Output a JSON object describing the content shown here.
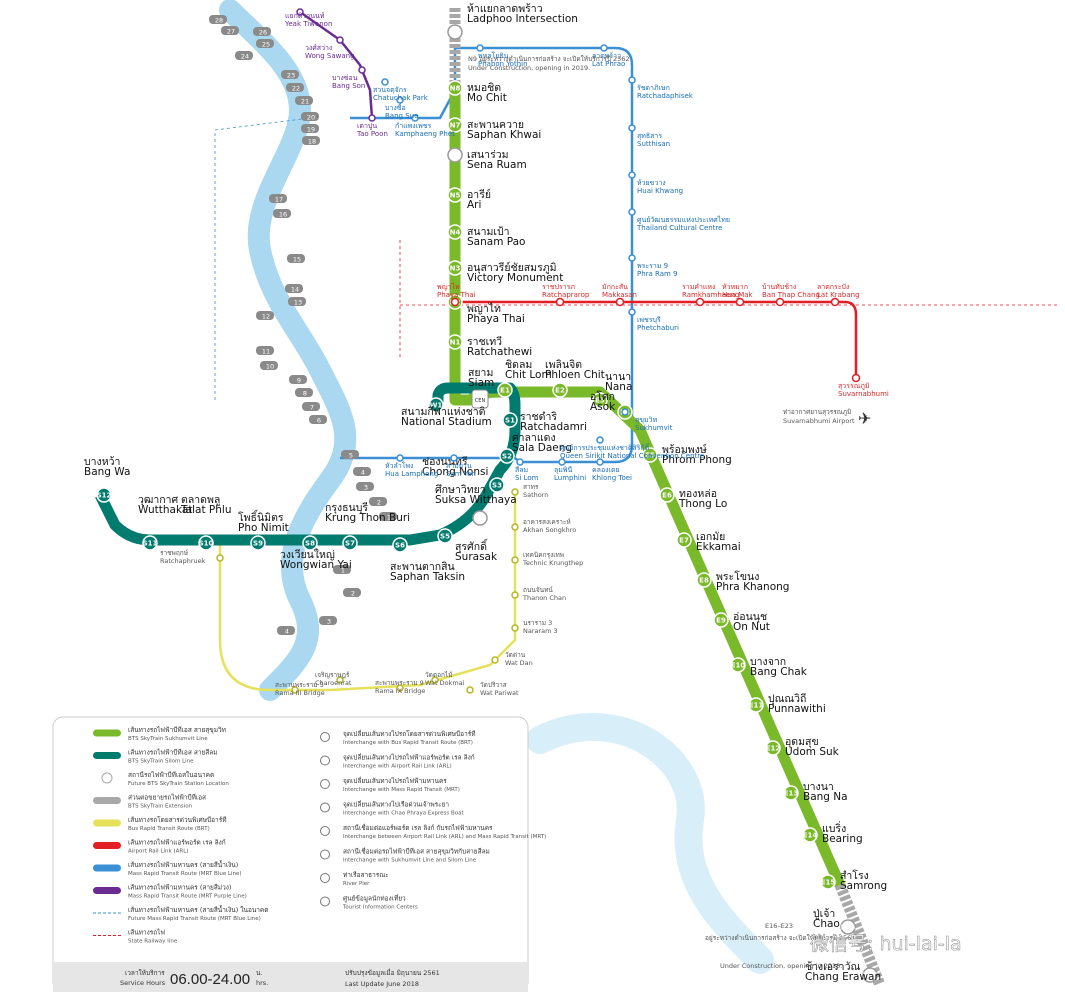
{
  "colors": {
    "sukhumvit": "#7ab929",
    "silom": "#007b6e",
    "mrt_blue": "#3b8fd4",
    "mrt_purple": "#6b2c91",
    "arl": "#e31e24",
    "brt": "#e6e15a",
    "river": "#a9d8f0",
    "extension": "#a8a8a8"
  },
  "sukhumvit_stations": [
    {
      "code": "N9",
      "th": "ห้าแยกลาดพร้าว",
      "en": "Ladphoo Intersection"
    },
    {
      "code": "N8",
      "th": "หมอชิต",
      "en": "Mo Chit"
    },
    {
      "code": "N7",
      "th": "สะพานควาย",
      "en": "Saphan Khwai"
    },
    {
      "code": "N6",
      "th": "เสนาร่วม",
      "en": "Sena Ruam"
    },
    {
      "code": "N5",
      "th": "อารีย์",
      "en": "Ari"
    },
    {
      "code": "N4",
      "th": "สนามเป้า",
      "en": "Sanam Pao"
    },
    {
      "code": "N3",
      "th": "อนุสาวรีย์ชัยสมรภูมิ",
      "en": "Victory Monument"
    },
    {
      "code": "N2",
      "th": "พญาไท",
      "en": "Phaya Thai"
    },
    {
      "code": "N1",
      "th": "ราชเทวี",
      "en": "Ratchathewi"
    },
    {
      "code": "CEN",
      "th": "สยาม",
      "en": "Siam"
    },
    {
      "code": "E1",
      "th": "ชิดลม",
      "en": "Chit Lom"
    },
    {
      "code": "E2",
      "th": "เพลินจิต",
      "en": "Phloen Chit"
    },
    {
      "code": "E3",
      "th": "นานา",
      "en": "Nana"
    },
    {
      "code": "E4",
      "th": "อโศก",
      "en": "Asok"
    },
    {
      "code": "E5",
      "th": "พร้อมพงษ์",
      "en": "Phrom Phong"
    },
    {
      "code": "E6",
      "th": "ทองหล่อ",
      "en": "Thong Lo"
    },
    {
      "code": "E7",
      "th": "เอกมัย",
      "en": "Ekkamai"
    },
    {
      "code": "E8",
      "th": "พระโขนง",
      "en": "Phra Khanong"
    },
    {
      "code": "E9",
      "th": "อ่อนนุช",
      "en": "On Nut"
    },
    {
      "code": "E10",
      "th": "บางจาก",
      "en": "Bang Chak"
    },
    {
      "code": "E11",
      "th": "ปุณณวิถี",
      "en": "Punnawithi"
    },
    {
      "code": "E12",
      "th": "อุดมสุข",
      "en": "Udom Suk"
    },
    {
      "code": "E13",
      "th": "บางนา",
      "en": "Bang Na"
    },
    {
      "code": "E14",
      "th": "แบริ่ง",
      "en": "Bearing"
    },
    {
      "code": "E15",
      "th": "สำโรง",
      "en": "Samrong"
    },
    {
      "code": "E16",
      "th": "ปู่เจ้า",
      "en": "Chao"
    },
    {
      "code": "E17",
      "th": "ช้างเอราวัณ",
      "en": "Chang Erawan"
    }
  ],
  "silom_stations": [
    {
      "code": "W1",
      "th": "สนามกีฬาแห่งชาติ",
      "en": "National Stadium"
    },
    {
      "code": "S1",
      "th": "ราชดำริ",
      "en": "Ratchadamri"
    },
    {
      "code": "S2",
      "th": "ศาลาแดง",
      "en": "Sala Daeng"
    },
    {
      "code": "S3",
      "th": "ช่องนนทรี",
      "en": "Chong Nonsi"
    },
    {
      "code": "S4",
      "th": "ศึกษาวิทยา",
      "en": "Suksa Witthaya"
    },
    {
      "code": "S5",
      "th": "สุรศักดิ์",
      "en": "Surasak"
    },
    {
      "code": "S6",
      "th": "สะพานตากสิน",
      "en": "Saphan Taksin"
    },
    {
      "code": "S7",
      "th": "กรุงธนบุรี",
      "en": "Krung Thon Buri"
    },
    {
      "code": "S8",
      "th": "วงเวียนใหญ่",
      "en": "Wongwian Yai"
    },
    {
      "code": "S9",
      "th": "โพธิ์นิมิตร",
      "en": "Pho Nimit"
    },
    {
      "code": "S10",
      "th": "ตลาดพลู",
      "en": "Talat Phlu"
    },
    {
      "code": "S11",
      "th": "วุฒากาศ",
      "en": "Wutthakat"
    },
    {
      "code": "S12",
      "th": "บางหว้า",
      "en": "Bang Wa"
    }
  ],
  "arl_stations": [
    {
      "th": "พญาไท",
      "en": "Phaya Thai"
    },
    {
      "th": "ราชปรารภ",
      "en": "Ratchaprarop"
    },
    {
      "th": "มักกะสัน",
      "en": "Makkasan"
    },
    {
      "th": "รามคำแหง",
      "en": "Ramkhamhaeng"
    },
    {
      "th": "หัวหมาก",
      "en": "Hua Mak"
    },
    {
      "th": "บ้านทับช้าง",
      "en": "Ban Thap Chang"
    },
    {
      "th": "ลาดกระบัง",
      "en": "Lat Krabang"
    },
    {
      "th": "สุวรรณภูมิ",
      "en": "Suvarnabhumi"
    }
  ],
  "mrt_blue_stations": [
    {
      "th": "พหลโยธิน",
      "en": "Phahon Yothin"
    },
    {
      "th": "ลาดพร้าว",
      "en": "Lat Phrao"
    },
    {
      "th": "รัชดาภิเษก",
      "en": "Ratchadaphisek"
    },
    {
      "th": "สุทธิสาร",
      "en": "Sutthisan"
    },
    {
      "th": "ห้วยขวาง",
      "en": "Huai Khwang"
    },
    {
      "th": "ศูนย์วัฒนธรรมแห่งประเทศไทย",
      "en": "Thailand Cultural Centre"
    },
    {
      "th": "พระราม 9",
      "en": "Phra Ram 9"
    },
    {
      "th": "เพชรบุรี",
      "en": "Phetchaburi"
    },
    {
      "th": "สุขุมวิท",
      "en": "Sukhumvit"
    },
    {
      "th": "ศูนย์การประชุมแห่งชาติสิริกิติ์",
      "en": "Queen Sirikit National Convention Centre"
    },
    {
      "th": "คลองเตย",
      "en": "Khlong Toei"
    },
    {
      "th": "ลุมพินี",
      "en": "Lumphini"
    },
    {
      "th": "สีลม",
      "en": "Si Lom"
    },
    {
      "th": "สามย่าน",
      "en": "Sam Yan"
    },
    {
      "th": "หัวลำโพง",
      "en": "Hua Lamphong"
    },
    {
      "th": "กำแพงเพชร",
      "en": "Kamphaeng Phet"
    },
    {
      "th": "บางซื่อ",
      "en": "Bang Sue"
    },
    {
      "th": "สวนจตุจักร",
      "en": "Chatuchak Park"
    }
  ],
  "mrt_purple_stations": [
    {
      "th": "แยกติวานนท์",
      "en": "Yeak Tiwanon"
    },
    {
      "th": "วงศ์สว่าง",
      "en": "Wong Sawang"
    },
    {
      "th": "บางซ่อน",
      "en": "Bang Son"
    },
    {
      "th": "เตาปูน",
      "en": "Tao Poon"
    }
  ],
  "brt_stations": [
    {
      "th": "สาทร",
      "en": "Sathorn"
    },
    {
      "th": "อาคารสงเคราะห์",
      "en": "Akhan Songkhro"
    },
    {
      "th": "เทคนิคกรุงเทพ",
      "en": "Technic Krungthep"
    },
    {
      "th": "ถนนจันทน์",
      "en": "Thanon Chan"
    },
    {
      "th": "นราราม 3",
      "en": "Nararam 3"
    },
    {
      "th": "วัดด่าน",
      "en": "Wat Dan"
    },
    {
      "th": "วัดปริวาส",
      "en": "Wat Pariwat"
    },
    {
      "th": "วัดดอกไม้",
      "en": "Wat Dokmai"
    },
    {
      "th": "สะพานพระราม 9",
      "en": "Rama IX Bridge"
    },
    {
      "th": "เจริญราษฎร์",
      "en": "Charoenrat"
    },
    {
      "th": "สะพานพระราม 3",
      "en": "Rama III Bridge"
    },
    {
      "th": "ราชพฤกษ์",
      "en": "Ratchaphruek"
    }
  ],
  "piers": [
    "28",
    "27",
    "26",
    "25",
    "24",
    "23",
    "22",
    "21",
    "20",
    "19",
    "18",
    "17",
    "16",
    "15",
    "14",
    "13",
    "12",
    "11",
    "10",
    "9",
    "8",
    "7",
    "6",
    "5",
    "4",
    "3",
    "2",
    "1",
    "1",
    "2",
    "3",
    "4"
  ],
  "notes": {
    "n9_th": "N9 อยู่ระหว่างดำเนินการก่อสร้าง จะเปิดให้บริการปี 2562",
    "n9_en": "Under Construction, opening in 2019.",
    "e16_title": "E16–E23",
    "e16_th": "อยู่ระหว่างดำเนินการก่อสร้าง จะเปิดให้บริการปี 2561",
    "e16_en": "Under Construction, opening in 2018.",
    "airport_th": "ท่าอากาศยานสุวรรณภูมิ",
    "airport_en": "Suvarnabhumi Airport"
  },
  "legend": [
    {
      "th": "เส้นทางรถไฟฟ้าบีทีเอส สายสุขุมวิท",
      "en": "BTS SkyTrain Sukhumvit Line"
    },
    {
      "th": "เส้นทางรถไฟฟ้าบีทีเอส สายสีลม",
      "en": "BTS SkyTrain Silom Line"
    },
    {
      "th": "สถานีรถไฟฟ้าบีทีเอสในอนาคต",
      "en": "Future BTS SkyTrain Station Location"
    },
    {
      "th": "ส่วนต่อขยายรถไฟฟ้าบีทีเอส",
      "en": "BTS SkyTrain Extension"
    },
    {
      "th": "เส้นทางรถโดยสารด่วนพิเศษบีอาร์ที",
      "en": "Bus Rapid Transit Route (BRT)"
    },
    {
      "th": "เส้นทางรถไฟฟ้าแอร์พอร์ต เรล ลิงก์",
      "en": "Airport Rail Link (ARL)"
    },
    {
      "th": "เส้นทางรถไฟฟ้ามหานคร (สายสีน้ำเงิน)",
      "en": "Mass Rapid Transit Route (MRT Blue Line)"
    },
    {
      "th": "เส้นทางรถไฟฟ้ามหานคร (สายสีม่วง)",
      "en": "Mass Rapid Transit Route (MRT Purple Line)"
    },
    {
      "th": "เส้นทางรถไฟฟ้ามหานคร (สายสีน้ำเงิน) ในอนาคต",
      "en": "Future Mass Rapid Transit Route (MRT Blue Line)"
    },
    {
      "th": "เส้นทางรถไฟ",
      "en": "State Railway line"
    },
    {
      "th": "จุดเปลี่ยนเส้นทางไปรถโดยสารด่วนพิเศษบีอาร์ที",
      "en": "Interchange with Bus Rapid Transit Route (BRT)"
    },
    {
      "th": "จุดเปลี่ยนเส้นทางไปรถไฟฟ้าแอร์พอร์ต เรล ลิงก์",
      "en": "Interchange with Airport Rail Link (ARL)"
    },
    {
      "th": "จุดเปลี่ยนเส้นทางไปรถไฟฟ้ามหานคร",
      "en": "Interchange with Mass Rapid Transit (MRT)"
    },
    {
      "th": "จุดเปลี่ยนเส้นทางไปเรือด่วนเจ้าพระยา",
      "en": "Interchange with Chao Phraya Express Boat"
    },
    {
      "th": "สถานีเชื่อมต่อแอร์พอร์ต เรล ลิงก์ กับรถไฟฟ้ามหานคร",
      "en": "Interchange between Airport Rail Link (ARL) and Mass Rapid Transit (MRT)"
    },
    {
      "th": "สถานีเชื่อมต่อรถไฟฟ้าบีทีเอส สายสุขุมวิทกับสายสีลม",
      "en": "Interchange with Sukhumvit Line and Silom Line"
    },
    {
      "th": "ท่าเรือสาธารณะ",
      "en": "River Pier"
    },
    {
      "th": "ศูนย์ข้อมูลนักท่องเที่ยว",
      "en": "Tourist Information Centers"
    }
  ],
  "footer": {
    "hours_th": "เวลาให้บริการ",
    "hours_en": "Service Hours",
    "hours_value": "06.00-24.00",
    "hours_unit_th": "น.",
    "hours_unit_en": "hrs.",
    "update_th": "ปรับปรุงข้อมูลเมื่อ มิถุนายน 2561",
    "update_en": "Last Update June 2018"
  },
  "watermark": "微信号: hui-lai-la"
}
